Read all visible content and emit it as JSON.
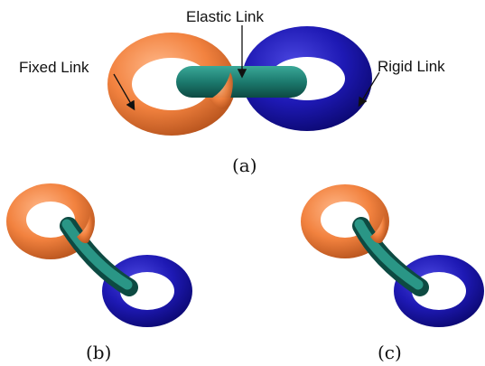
{
  "figure": {
    "panel_a": {
      "caption": "(a)",
      "labels": {
        "elastic": "Elastic Link",
        "fixed": "Fixed Link",
        "rigid": "Rigid Link"
      }
    },
    "panel_b": {
      "caption": "(b)"
    },
    "panel_c": {
      "caption": "(c)"
    }
  },
  "colors": {
    "fixed_link": "#f2823f",
    "rigid_link": "#1e19b4",
    "elastic_link": "#1c7a6e"
  }
}
